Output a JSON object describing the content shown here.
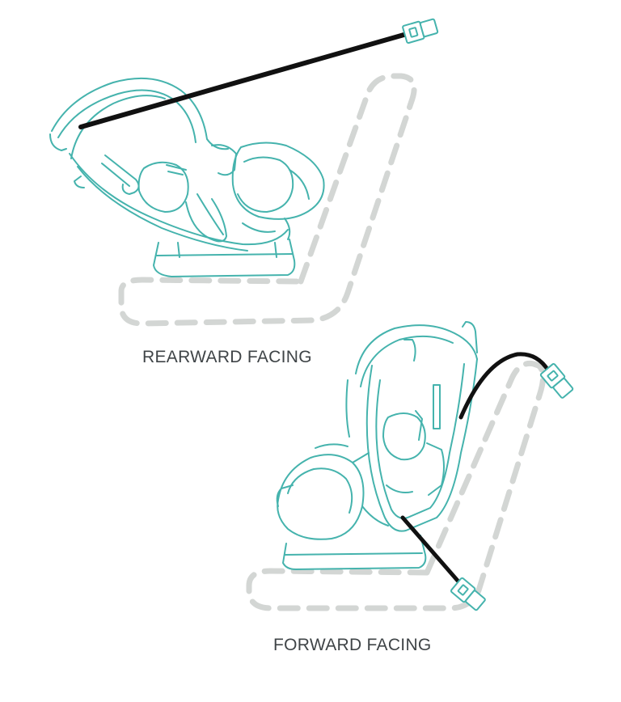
{
  "captions": {
    "rearward": "REARWARD FACING",
    "forward": "FORWARD FACING"
  },
  "colors": {
    "seat_outline": "#45b3ad",
    "vehicle_seat_dashed": "#d3d6d4",
    "tether_strap": "#111111",
    "caption_text": "#3f4447",
    "background": "#ffffff"
  },
  "figures": [
    {
      "id": "rearward",
      "label_ref": "captions.rearward",
      "orientation": "rear-facing",
      "strap_icon": "buckle-icon"
    },
    {
      "id": "forward",
      "label_ref": "captions.forward",
      "orientation": "forward-facing",
      "strap_icon": "buckle-icon"
    }
  ]
}
